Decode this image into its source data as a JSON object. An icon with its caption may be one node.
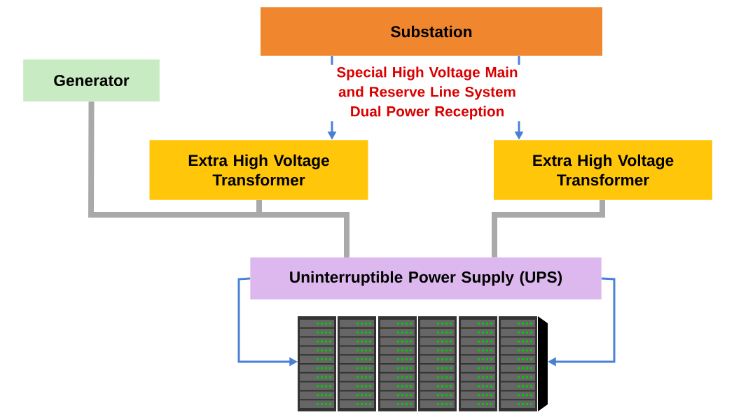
{
  "diagram": {
    "nodes": [
      {
        "text": [
          "Substation"
        ]
      },
      {
        "text": [
          "Generator"
        ]
      },
      {
        "text": [
          "Extra High Voltage Transformer"
        ]
      },
      {
        "text": [
          "Extra High Voltage Transformer"
        ]
      },
      {
        "text": [
          "Uninterruptible Power Supply (UPS)"
        ]
      },
      {
        "text": [],
        "shape": "picture"
      }
    ],
    "edges": [
      {
        "from": 0,
        "to": 2,
        "arrow": "to"
      },
      {
        "from": 0,
        "to": 3,
        "arrow": "to"
      },
      {
        "from": 1,
        "to": 4,
        "arrow": "none",
        "style": "thick",
        "color": "#a9a9a9"
      },
      {
        "from": 2,
        "to": 4,
        "arrow": "none",
        "style": "thick",
        "color": "#a9a9a9"
      },
      {
        "from": 3,
        "to": 4,
        "arrow": "none",
        "style": "thick",
        "color": "#a9a9a9"
      },
      {
        "from": 4,
        "to": 5,
        "arrow": "to"
      },
      {
        "from": 4,
        "to": 5,
        "arrow": "to"
      }
    ],
    "labels": [
      "Special High Voltage Main and Reserve Line System Dual Power Reception"
    ]
  }
}
